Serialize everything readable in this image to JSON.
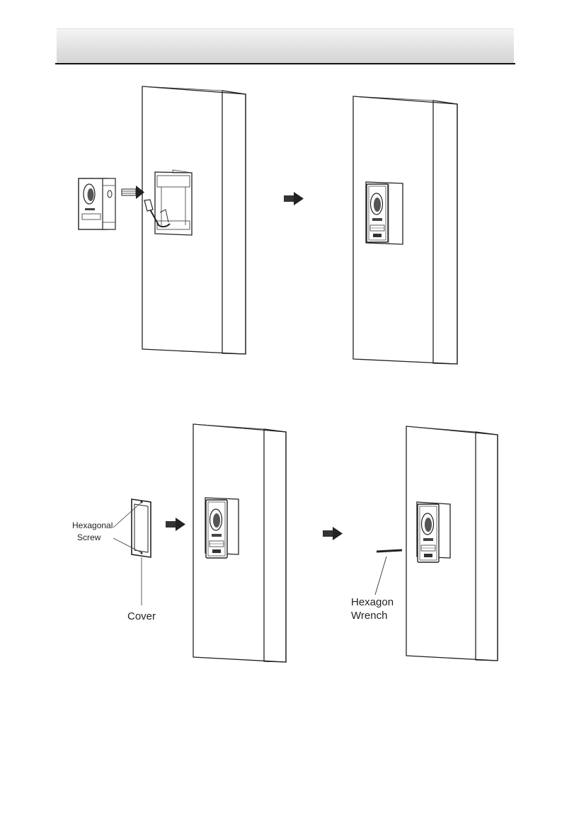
{
  "labels": {
    "hexagonal_screw_line1": "Hexagonal",
    "hexagonal_screw_line2": "Screw",
    "cover": "Cover",
    "hexagon_wrench_line1": "Hexagon",
    "hexagon_wrench_line2": "Wrench"
  },
  "icons": {
    "step_arrow": "right-arrow-icon"
  }
}
